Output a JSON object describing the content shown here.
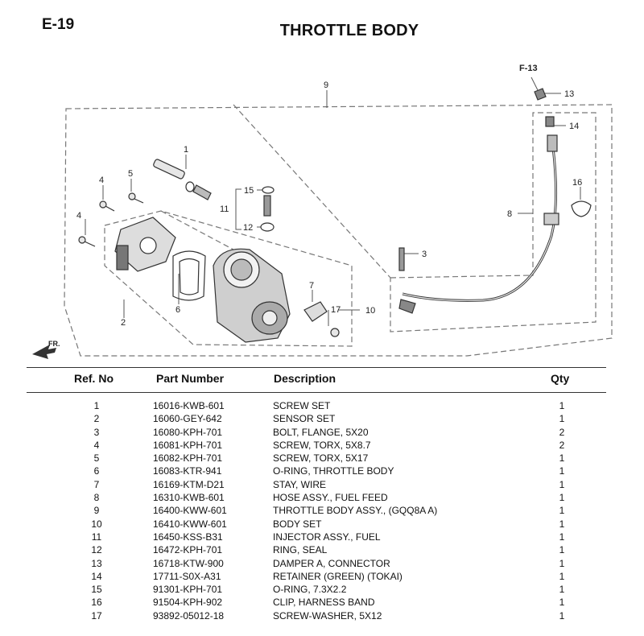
{
  "header": {
    "page_code": "E-19",
    "title": "THROTTLE BODY"
  },
  "diagram": {
    "labels": [
      "1",
      "2",
      "3",
      "4",
      "4",
      "5",
      "6",
      "7",
      "8",
      "9",
      "10",
      "11",
      "12",
      "13",
      "14",
      "15",
      "16",
      "17"
    ],
    "ref_label": "F-13",
    "front_label": "FR."
  },
  "table": {
    "headers": {
      "ref": "Ref. No",
      "part": "Part Number",
      "desc": "Description",
      "qty": "Qty"
    },
    "rows": [
      {
        "ref": "1",
        "part": "16016-KWB-601",
        "desc": "SCREW SET",
        "qty": "1"
      },
      {
        "ref": "2",
        "part": "16060-GEY-642",
        "desc": "SENSOR SET",
        "qty": "1"
      },
      {
        "ref": "3",
        "part": "16080-KPH-701",
        "desc": "BOLT, FLANGE, 5X20",
        "qty": "2"
      },
      {
        "ref": "4",
        "part": "16081-KPH-701",
        "desc": "SCREW, TORX, 5X8.7",
        "qty": "2"
      },
      {
        "ref": "5",
        "part": "16082-KPH-701",
        "desc": "SCREW, TORX, 5X17",
        "qty": "1"
      },
      {
        "ref": "6",
        "part": "16083-KTR-941",
        "desc": "O-RING, THROTTLE BODY",
        "qty": "1"
      },
      {
        "ref": "7",
        "part": "16169-KTM-D21",
        "desc": "STAY, WIRE",
        "qty": "1"
      },
      {
        "ref": "8",
        "part": "16310-KWB-601",
        "desc": "HOSE ASSY., FUEL FEED",
        "qty": "1"
      },
      {
        "ref": "9",
        "part": "16400-KWW-601",
        "desc": "THROTTLE BODY ASSY., (GQQ8A A)",
        "qty": "1"
      },
      {
        "ref": "10",
        "part": "16410-KWW-601",
        "desc": "BODY SET",
        "qty": "1"
      },
      {
        "ref": "11",
        "part": "16450-KSS-B31",
        "desc": "INJECTOR ASSY., FUEL",
        "qty": "1"
      },
      {
        "ref": "12",
        "part": "16472-KPH-701",
        "desc": "RING, SEAL",
        "qty": "1"
      },
      {
        "ref": "13",
        "part": "16718-KTW-900",
        "desc": "DAMPER A, CONNECTOR",
        "qty": "1"
      },
      {
        "ref": "14",
        "part": "17711-S0X-A31",
        "desc": "RETAINER (GREEN) (TOKAI)",
        "qty": "1"
      },
      {
        "ref": "15",
        "part": "91301-KPH-701",
        "desc": "O-RING, 7.3X2.2",
        "qty": "1"
      },
      {
        "ref": "16",
        "part": "91504-KPH-902",
        "desc": "CLIP, HARNESS BAND",
        "qty": "1"
      },
      {
        "ref": "17",
        "part": "93892-05012-18",
        "desc": "SCREW-WASHER, 5X12",
        "qty": "1"
      }
    ]
  }
}
